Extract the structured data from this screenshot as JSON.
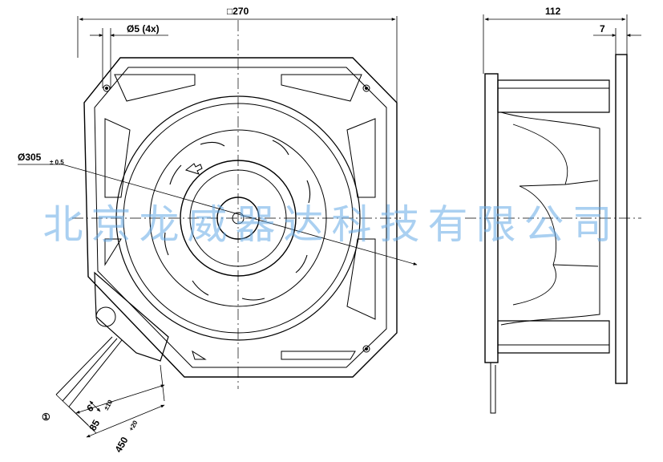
{
  "dimensions": {
    "width_front": "□270",
    "hole_dia": "Ø5 (4x)",
    "impeller_dia": "Ø305",
    "impeller_tol": "± 0.5",
    "depth_side": "112",
    "flange_thickness": "7",
    "wire_strip": "6",
    "wire_length_short": "85",
    "wire_length_short_tol": "±10",
    "wire_length_long": "450",
    "wire_length_long_tol": "+20",
    "callout": "①"
  },
  "watermark": "北京龙威器达科技有限公司",
  "colors": {
    "line": "#000000",
    "watermark": "#6aaee6"
  }
}
